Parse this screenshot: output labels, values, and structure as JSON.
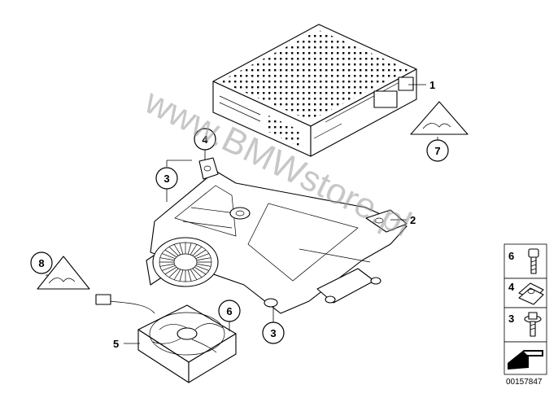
{
  "watermark": "www.BMWstore.pl",
  "callouts": [
    {
      "id": "callout-1",
      "label": "1"
    },
    {
      "id": "callout-2",
      "label": "2"
    },
    {
      "id": "callout-3a",
      "label": "3"
    },
    {
      "id": "callout-3b",
      "label": "3"
    },
    {
      "id": "callout-4",
      "label": "4"
    },
    {
      "id": "callout-5",
      "label": "5"
    },
    {
      "id": "callout-6",
      "label": "6"
    },
    {
      "id": "callout-7",
      "label": "7"
    },
    {
      "id": "callout-8",
      "label": "8"
    }
  ],
  "legend": [
    {
      "label": "6",
      "icon": "bolt-icon"
    },
    {
      "label": "4",
      "icon": "clip-nut-icon"
    },
    {
      "label": "3",
      "icon": "flange-screw-icon"
    }
  ],
  "diagram_code": "00157847",
  "colors": {
    "line": "#000000",
    "watermark": "#9a9a9a"
  }
}
